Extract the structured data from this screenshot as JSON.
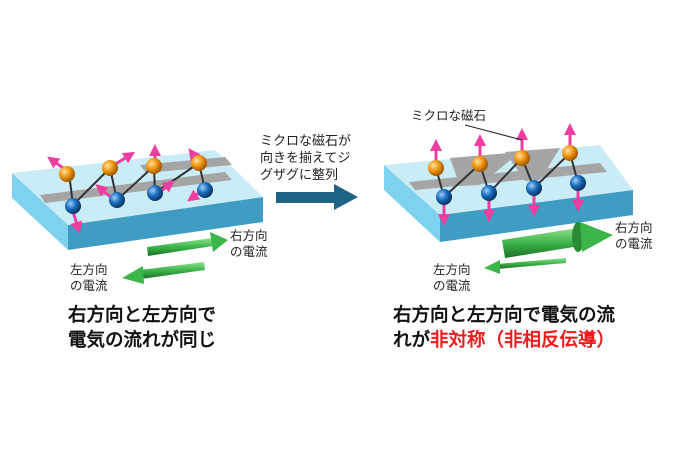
{
  "left_panel": {
    "right_current_label": [
      "右方向",
      "の電流"
    ],
    "left_current_label": [
      "左方向",
      "の電流"
    ],
    "caption": [
      "右方向と左方向で",
      "電気の流れが同じ"
    ]
  },
  "transition": {
    "label": [
      "ミクロな磁石が",
      "向きを揃えてジ",
      "グザグに整列"
    ]
  },
  "right_panel": {
    "magnet_label": "ミクロな磁石",
    "right_current_label": [
      "右方向",
      "の電流"
    ],
    "left_current_label": [
      "左方向",
      "の電流"
    ],
    "caption_line1": "右方向と左方向で電気の流",
    "caption_line2_prefix": "れが",
    "caption_line2_highlight": "非対称（非相反伝導）"
  },
  "colors": {
    "slab_top": "#c9ecf7",
    "slab_front": "#3f9cc2",
    "slab_side": "#7fd2ee",
    "strip": "#a5a5a5",
    "orange_atom": "#f29a16",
    "blue_atom": "#1c6fc0",
    "spin_arrow": "#ee3fa0",
    "current_arrow": "#3cb54a",
    "transition_arrow": "#1f6484",
    "highlight": "#ee1c1c"
  }
}
